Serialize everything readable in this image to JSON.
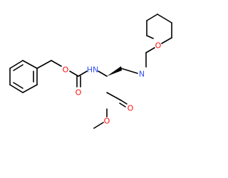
{
  "colors": {
    "bond": "#000000",
    "background": "#ffffff",
    "oxygen": "#ff0d0d",
    "nitrogen": "#3050f8"
  },
  "atoms": {
    "ring_o": "O",
    "morph_n": "N",
    "nh": "HN",
    "carbamate_o": "O",
    "carbamate_carbonyl_o": "O",
    "ester_carbonyl_o": "O",
    "ester_o": "O"
  }
}
